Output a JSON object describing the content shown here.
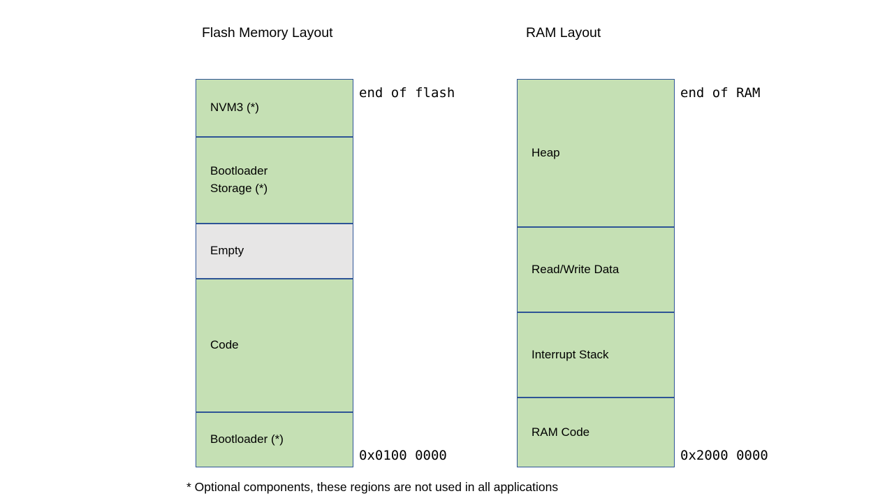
{
  "flash": {
    "title": "Flash Memory Layout",
    "top_annotation": "end of flash",
    "bottom_annotation": "0x0100 0000",
    "regions": [
      {
        "label": "NVM3 (*)",
        "fill": "#c5e0b4"
      },
      {
        "label": "Bootloader\nStorage (*)",
        "fill": "#c5e0b4"
      },
      {
        "label": "Empty",
        "fill": "#e7e6e6"
      },
      {
        "label": "Code",
        "fill": "#c5e0b4"
      },
      {
        "label": "Bootloader (*)",
        "fill": "#c5e0b4"
      }
    ]
  },
  "ram": {
    "title": "RAM Layout",
    "top_annotation": "end of RAM",
    "bottom_annotation": "0x2000 0000",
    "regions": [
      {
        "label": "Heap",
        "fill": "#c5e0b4"
      },
      {
        "label": "Read/Write Data",
        "fill": "#c5e0b4"
      },
      {
        "label": "Interrupt Stack",
        "fill": "#c5e0b4"
      },
      {
        "label": "RAM Code",
        "fill": "#c5e0b4"
      }
    ]
  },
  "footnote": "* Optional components, these regions are not used in all applications",
  "colors": {
    "region_fill": "#c5e0b4",
    "empty_fill": "#e7e6e6",
    "border": "#2e5496",
    "text": "#000000",
    "background": "#ffffff"
  }
}
